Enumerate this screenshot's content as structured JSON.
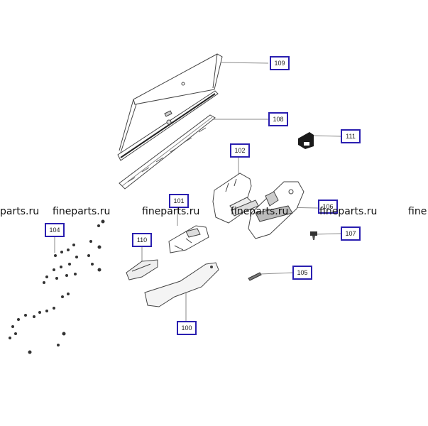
{
  "diagram": {
    "callouts": [
      "109",
      "108",
      "111",
      "102",
      "101",
      "106",
      "104",
      "110",
      "107",
      "105",
      "100"
    ]
  },
  "watermark": {
    "texts": [
      "parts.ru",
      "fineparts.ru",
      "fineparts.ru",
      "fineparts.ru",
      "fineparts.ru",
      "fine"
    ]
  },
  "colors": {
    "callout_border": "#2a1fb0",
    "line": "#888888",
    "part_stroke": "#444444",
    "dark_part": "#1a1a1a"
  }
}
